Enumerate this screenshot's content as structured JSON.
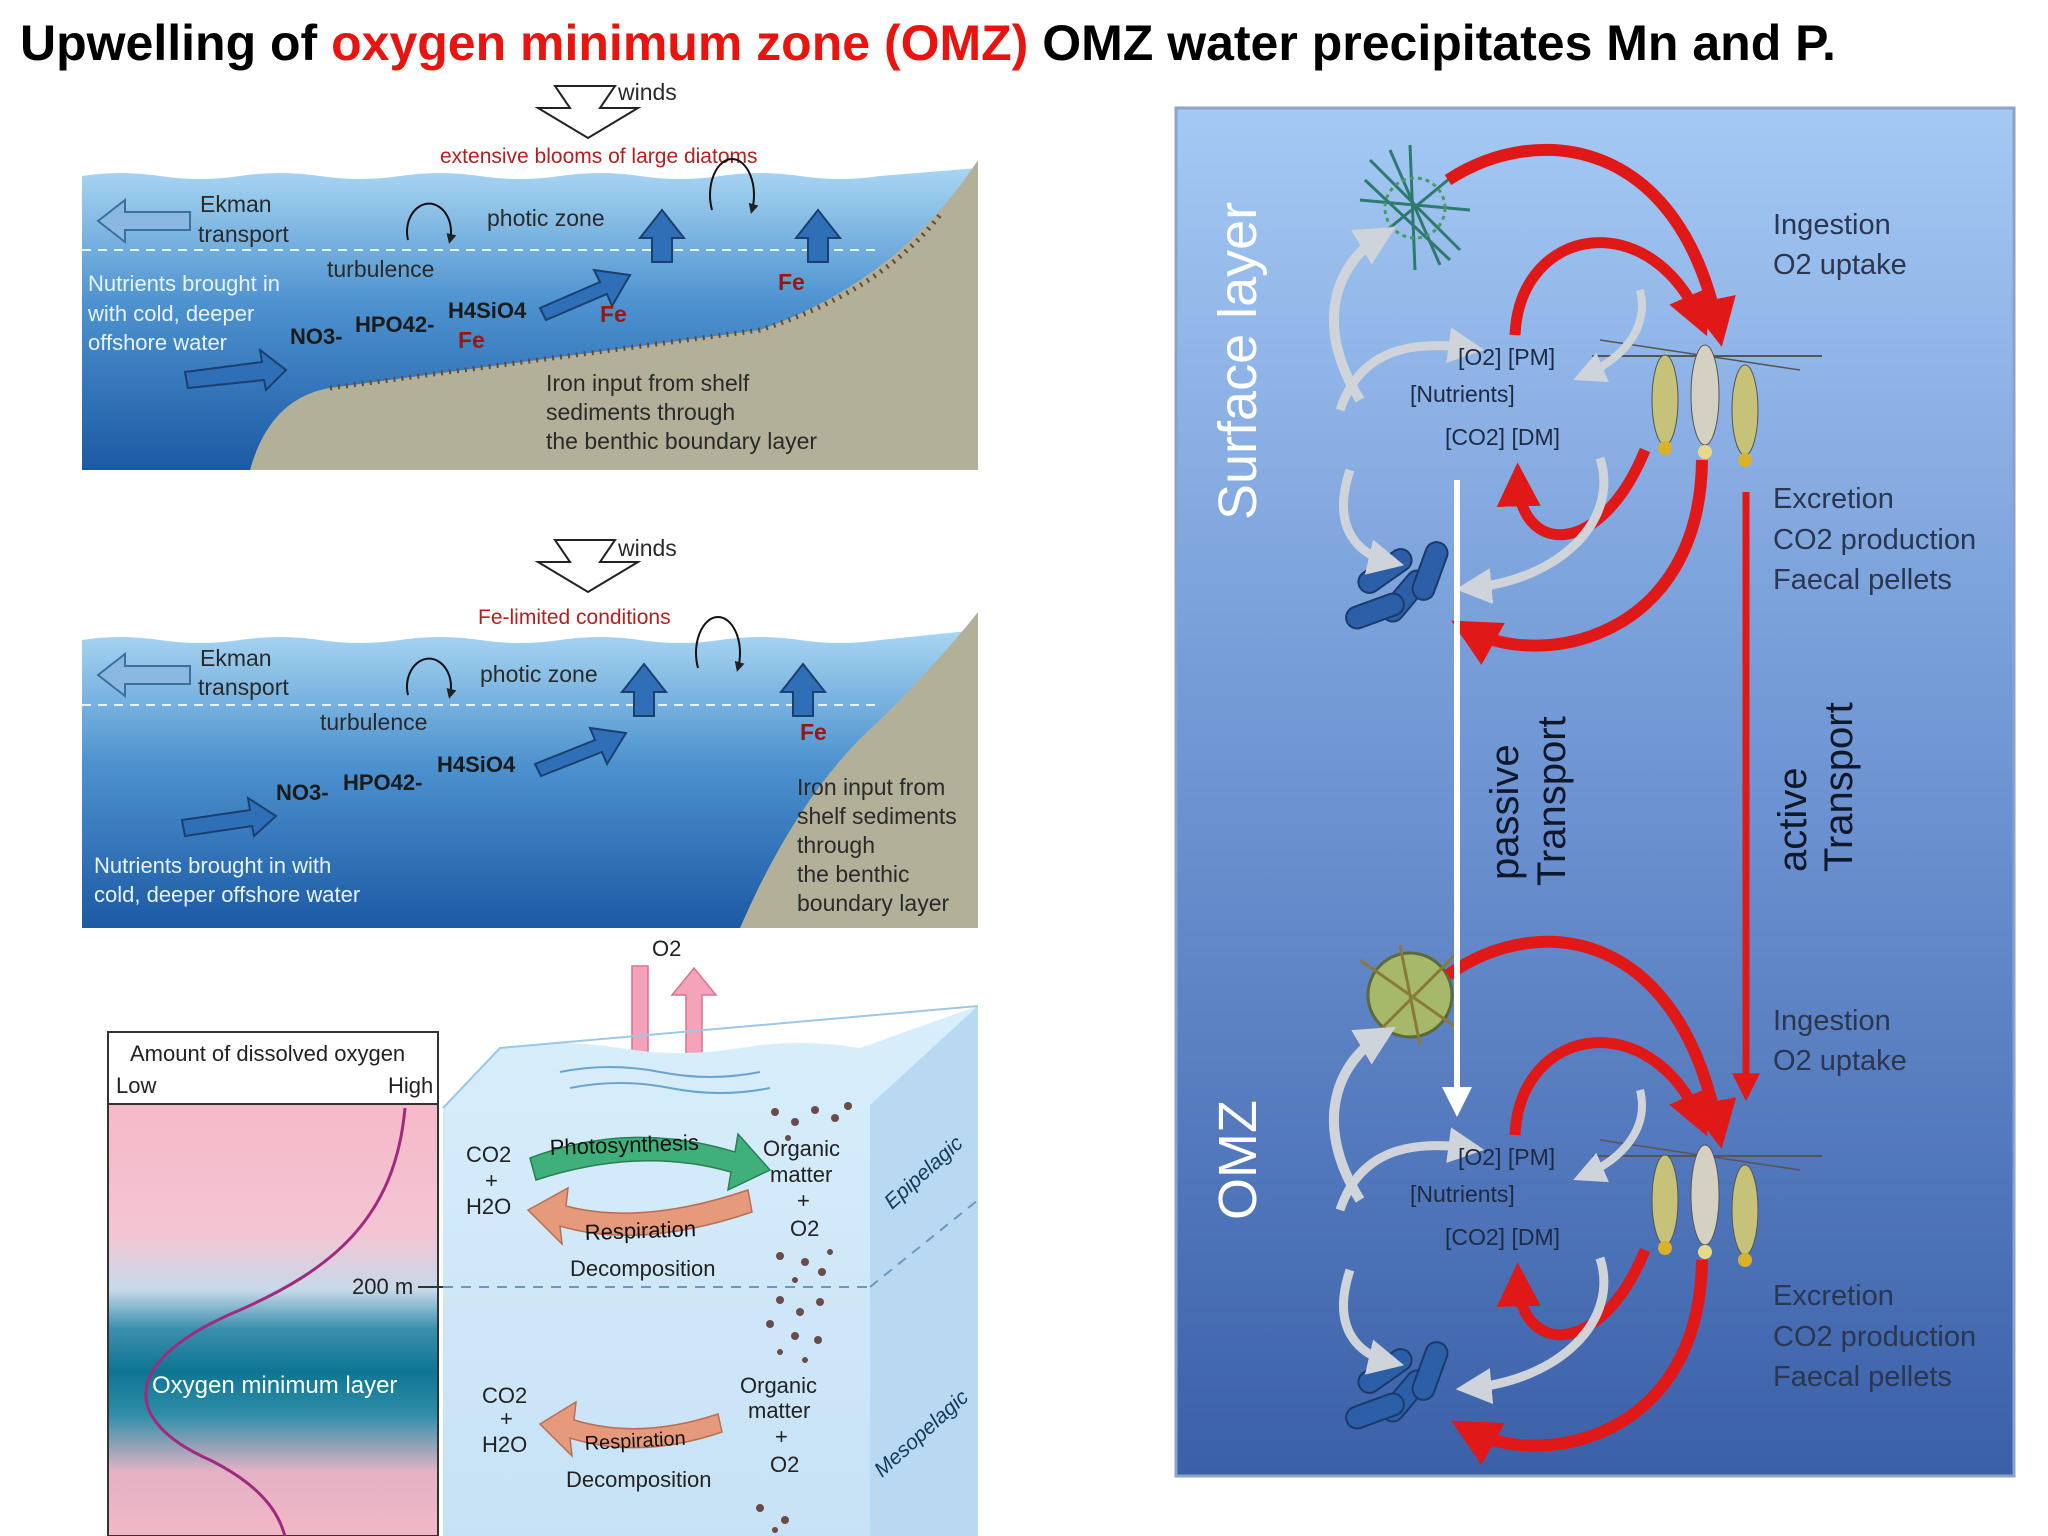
{
  "title": {
    "part1": "Upwelling of ",
    "highlight": "oxygen minimum zone (OMZ)",
    "part2": " OMZ water precipitates Mn and P."
  },
  "colors": {
    "highlight": "#e8140f",
    "ocean_top": "#9fd0ef",
    "ocean_bottom": "#1f5fa8",
    "shelf": "#b3b09a",
    "panel_top": "#9ec6f2",
    "panel_bottom": "#3a62aa",
    "arrow_red": "#e01818",
    "oxygen_min_layer": "#0f7c99"
  },
  "panel1": {
    "winds": "winds",
    "caption": "extensive blooms of large diatoms",
    "ekman1": "Ekman",
    "ekman2": "transport",
    "photic": "photic zone",
    "turbulence": "turbulence",
    "nutrients1": "Nutrients brought in",
    "nutrients2": "with cold, deeper",
    "nutrients3": "offshore water",
    "no3": "NO3-",
    "hpo4": "HPO42-",
    "h4sio4": "H4SiO4",
    "fe": "Fe",
    "iron1": "Iron input from shelf",
    "iron2": "sediments through",
    "iron3": "the benthic boundary layer"
  },
  "panel2": {
    "winds": "winds",
    "caption": "Fe-limited conditions",
    "ekman1": "Ekman",
    "ekman2": "transport",
    "photic": "photic zone",
    "turbulence": "turbulence",
    "no3": "NO3-",
    "hpo4": "HPO42-",
    "h4sio4": "H4SiO4",
    "fe": "Fe",
    "nutrients1": "Nutrients brought in with",
    "nutrients2": "cold, deeper offshore water",
    "iron1": "Iron input from",
    "iron2": "shelf sediments",
    "iron3": "through",
    "iron4": "the benthic",
    "iron5": "boundary layer"
  },
  "panel3": {
    "o2": "O2",
    "header": "Amount of dissolved oxygen",
    "low": "Low",
    "high": "High",
    "depth": "200 m",
    "oml": "Oxygen minimum layer",
    "co2": "CO2",
    "plus": "+",
    "h2o": "H2O",
    "photosynthesis": "Photosynthesis",
    "respiration": "Respiration",
    "decomposition": "Decomposition",
    "organic1": "Organic",
    "organic2": "matter",
    "o2b": "O2",
    "epipelagic": "Epipelagic",
    "mesopelagic": "Mesopelagic"
  },
  "panel4": {
    "surface_layer": "Surface layer",
    "omz": "OMZ",
    "ingestion": "Ingestion",
    "o2uptake": "O2 uptake",
    "excretion": "Excretion",
    "co2prod": "CO2 production",
    "faecal": "Faecal pellets",
    "passive": "passive",
    "active": "active",
    "transport": "Transport",
    "o2pm": "[O2] [PM]",
    "nutr": "[Nutrients]",
    "co2dm": "[CO2] [DM]"
  }
}
